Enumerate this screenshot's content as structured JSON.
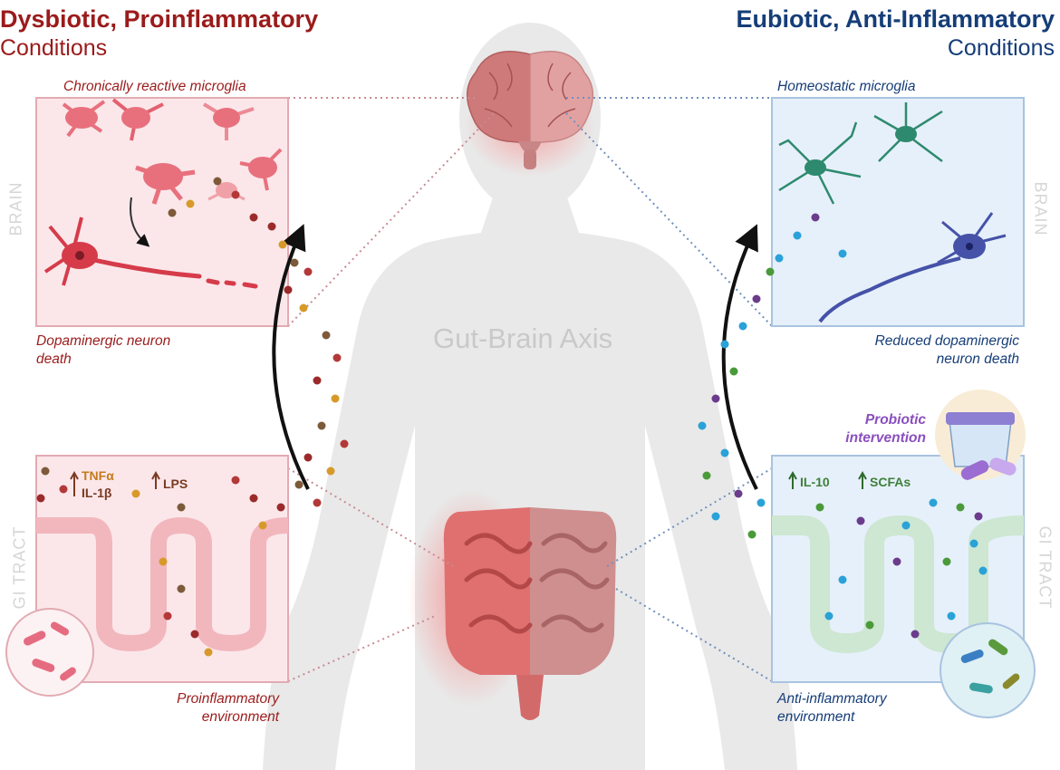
{
  "left": {
    "title_line1": "Dysbiotic, Proinflammatory",
    "title_line2": "Conditions",
    "brain_caption": "Chronically reactive microglia",
    "neuron_caption_line1": "Dopaminergic neuron",
    "neuron_caption_line2": "death",
    "gut_caption_line1": "Proinflammatory",
    "gut_caption_line2": "environment",
    "markers": [
      "TNFα",
      "IL-1β",
      "LPS"
    ],
    "side_brain": "BRAIN",
    "side_gi": "GI TRACT"
  },
  "right": {
    "title_line1": "Eubiotic, Anti-Inflammatory",
    "title_line2": "Conditions",
    "brain_caption": "Homeostatic microglia",
    "neuron_caption_line1": "Reduced dopaminergic",
    "neuron_caption_line2": "neuron death",
    "probiotic_line1": "Probiotic",
    "probiotic_line2": "intervention",
    "gut_caption_line1": "Anti-inflammatory",
    "gut_caption_line2": "environment",
    "markers": [
      "IL-10",
      "SCFAs"
    ],
    "side_brain": "BRAIN",
    "side_gi": "GI TRACT"
  },
  "center": {
    "axis_label": "Gut-Brain Axis"
  },
  "colors": {
    "left_title": "#9b1b1b",
    "right_title": "#153d78",
    "left_panel": "#fbe7ea",
    "right_panel": "#e6f0fa",
    "body": "#e9e9e9",
    "probiotic": "#8a4fbf",
    "marker_left": "#c57a1c",
    "marker_right": "#3f7f3a"
  }
}
